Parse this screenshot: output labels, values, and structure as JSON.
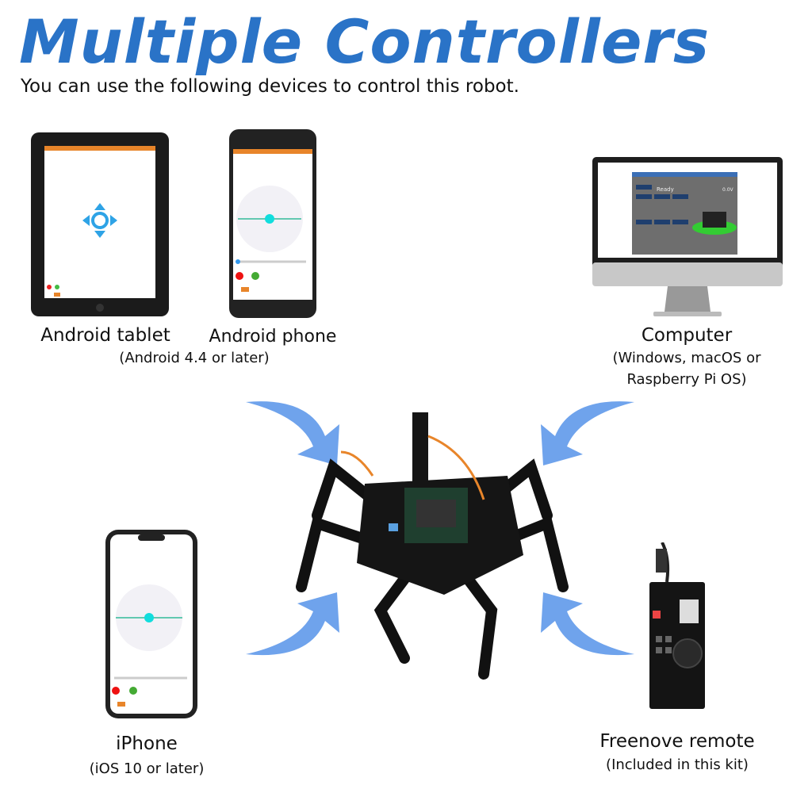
{
  "header": {
    "title": "Multiple Controllers",
    "subtitle": "You can use the following devices to control this robot."
  },
  "devices": [
    {
      "label": "Android tablet",
      "note": ""
    },
    {
      "label": "Android phone",
      "note": "(Android 4.4 or later)"
    },
    {
      "label": "Computer",
      "note_lines": [
        "(Windows, macOS or",
        "Raspberry Pi OS)"
      ]
    },
    {
      "label": "iPhone",
      "note": "(iOS 10 or later)"
    },
    {
      "label": "Freenove remote",
      "note": "(Included in this kit)"
    }
  ],
  "computer_screen": {
    "status": "Ready",
    "voltage": "0.0V"
  },
  "colors": {
    "title": "#2a73c7",
    "arrow": "#6fa3ec",
    "app_accent": "#e8852a"
  }
}
